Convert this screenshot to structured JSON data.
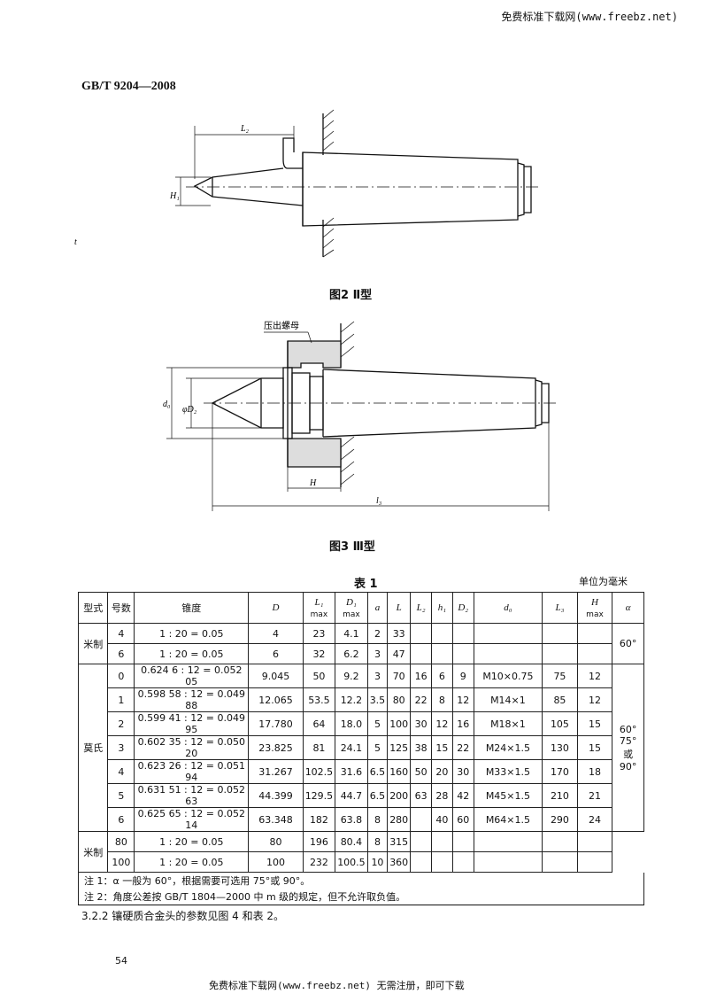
{
  "header": {
    "watermark": "免费标准下载网(www.freebz.net)",
    "standard_no": "GB/T 9204—2008"
  },
  "figure2": {
    "caption": "图2  Ⅱ型",
    "label_L2": "L₂",
    "label_H1": "H₁",
    "margin_mark": "t"
  },
  "figure3": {
    "caption": "图3  Ⅲ型",
    "nut_label": "压出螺母",
    "label_d0": "d₀",
    "label_D2": "φD₂",
    "label_H": "H",
    "label_L3": "l₃"
  },
  "table1": {
    "caption": "表 1",
    "unit": "单位为毫米",
    "headers": {
      "type": "型式",
      "no": "号数",
      "taper": "锥度",
      "D": "D",
      "L1": "L₁",
      "L1_sub": "max",
      "D1": "D₁",
      "D1_sub": "max",
      "a": "a",
      "L": "L",
      "L2": "L₂",
      "h1": "h₁",
      "D2": "D₂",
      "d0": "d₀",
      "L3": "L₃",
      "H": "H",
      "H_sub": "max",
      "alpha": "α"
    },
    "groups": {
      "metric_small": "米制",
      "morse": "莫氏",
      "metric_large": "米制"
    },
    "alpha_values": {
      "metric_small": "60°",
      "morse": [
        "60°",
        "75°",
        "或 90°"
      ]
    },
    "rows_metric_small": [
      [
        "4",
        "1 : 20 = 0.05",
        "4",
        "23",
        "4.1",
        "2",
        "33",
        "",
        "",
        "",
        "",
        "",
        ""
      ],
      [
        "6",
        "1 : 20 = 0.05",
        "6",
        "32",
        "6.2",
        "3",
        "47",
        "",
        "",
        "",
        "",
        "",
        ""
      ]
    ],
    "rows_morse": [
      [
        "0",
        "0.624 6 : 12 = 0.052 05",
        "9.045",
        "50",
        "9.2",
        "3",
        "70",
        "16",
        "6",
        "9",
        "M10×0.75",
        "75",
        "12"
      ],
      [
        "1",
        "0.598 58 : 12 = 0.049 88",
        "12.065",
        "53.5",
        "12.2",
        "3.5",
        "80",
        "22",
        "8",
        "12",
        "M14×1",
        "85",
        "12"
      ],
      [
        "2",
        "0.599 41 : 12 = 0.049 95",
        "17.780",
        "64",
        "18.0",
        "5",
        "100",
        "30",
        "12",
        "16",
        "M18×1",
        "105",
        "15"
      ],
      [
        "3",
        "0.602 35 : 12 = 0.050 20",
        "23.825",
        "81",
        "24.1",
        "5",
        "125",
        "38",
        "15",
        "22",
        "M24×1.5",
        "130",
        "15"
      ],
      [
        "4",
        "0.623 26 : 12 = 0.051 94",
        "31.267",
        "102.5",
        "31.6",
        "6.5",
        "160",
        "50",
        "20",
        "30",
        "M33×1.5",
        "170",
        "18"
      ],
      [
        "5",
        "0.631 51 : 12 = 0.052 63",
        "44.399",
        "129.5",
        "44.7",
        "6.5",
        "200",
        "63",
        "28",
        "42",
        "M45×1.5",
        "210",
        "21"
      ],
      [
        "6",
        "0.625 65 : 12 = 0.052 14",
        "63.348",
        "182",
        "63.8",
        "8",
        "280",
        "",
        "40",
        "60",
        "M64×1.5",
        "290",
        "24"
      ]
    ],
    "rows_metric_large": [
      [
        "80",
        "1 : 20 = 0.05",
        "80",
        "196",
        "80.4",
        "8",
        "315",
        "",
        "",
        "",
        "",
        "",
        ""
      ],
      [
        "100",
        "1 : 20 = 0.05",
        "100",
        "232",
        "100.5",
        "10",
        "360",
        "",
        "",
        "",
        "",
        "",
        ""
      ]
    ],
    "notes": [
      "注 1：α 一般为 60°，根据需要可选用 75°或 90°。",
      "注 2：角度公差按 GB/T 1804—2000 中 m 级的规定，但不允许取负值。"
    ]
  },
  "body": {
    "clause": "3.2.2   镶硬质合金头的参数见图 4 和表 2。",
    "page_number": "54",
    "footer": "免费标准下载网(www.freebz.net) 无需注册，即可下载"
  }
}
